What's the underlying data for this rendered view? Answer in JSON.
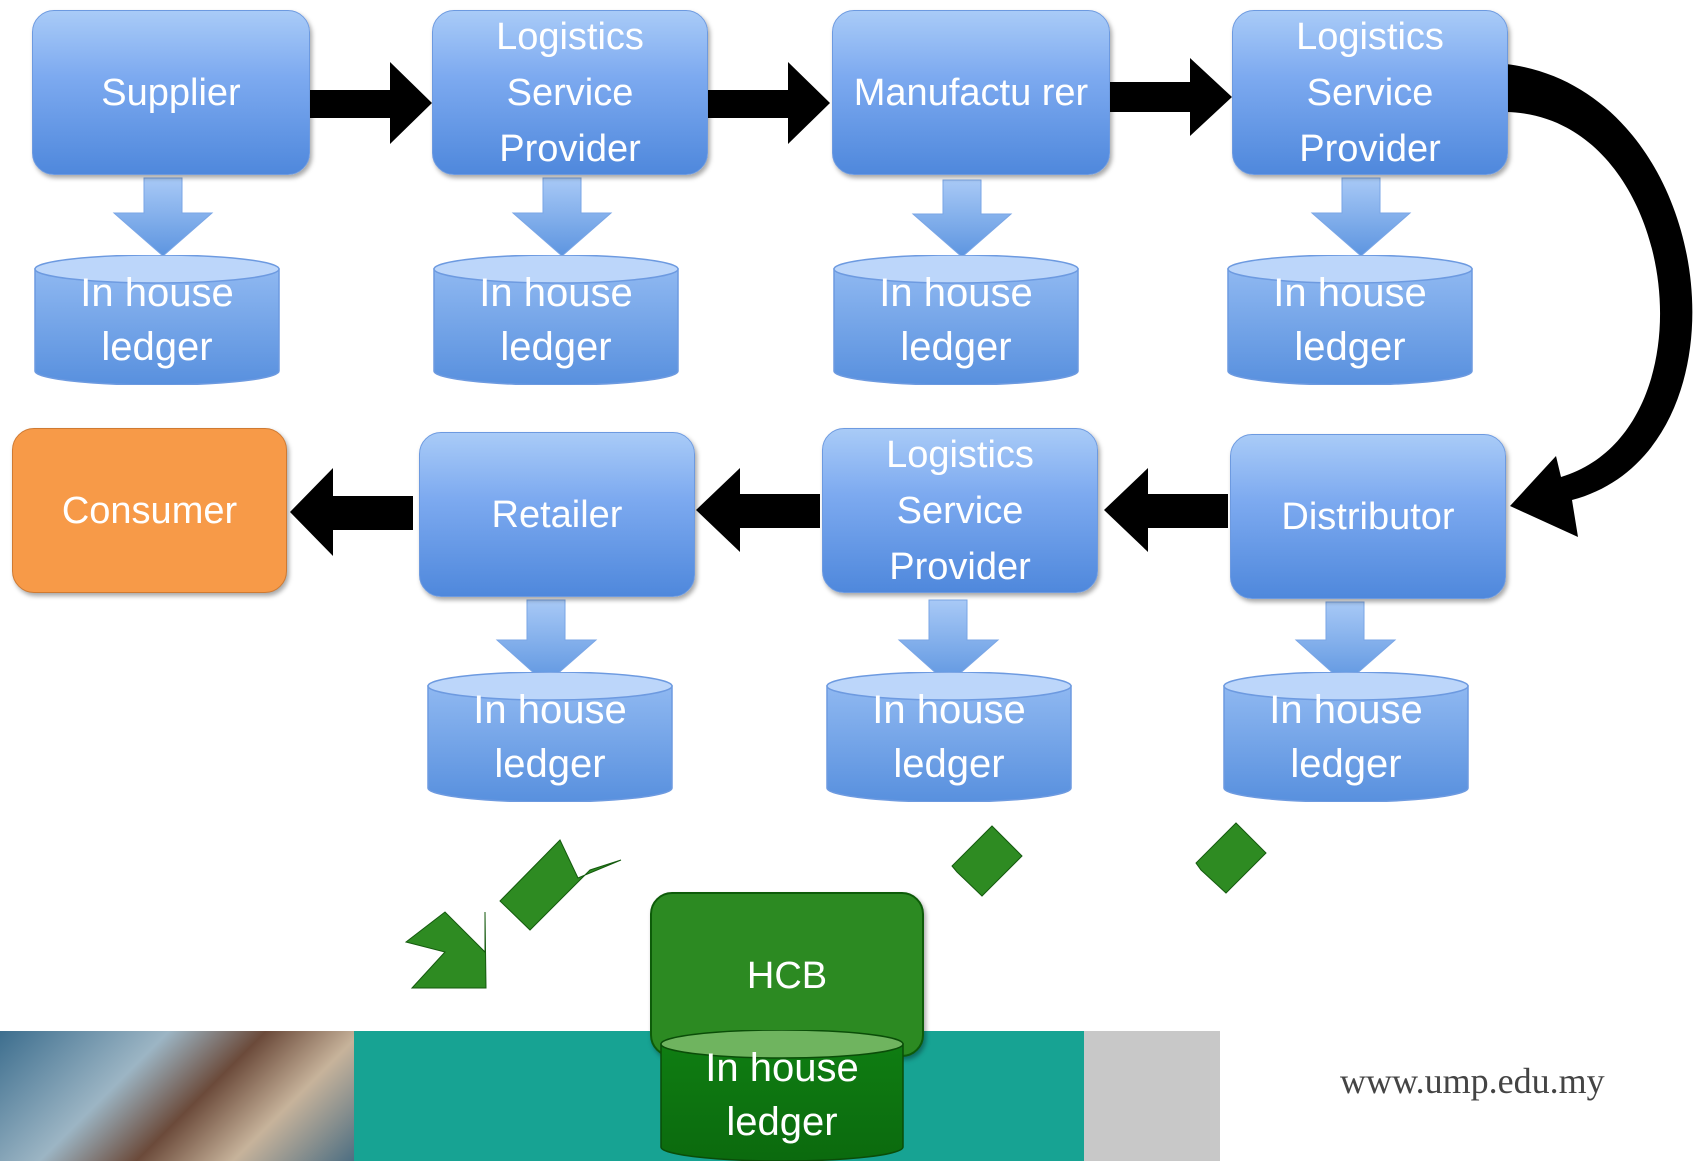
{
  "nodes": {
    "supplier": "Supplier",
    "lsp1": "Logistics Service Provider",
    "manufacturer": "Manufactu rer",
    "lsp2": "Logistics Service Provider",
    "consumer": "Consumer",
    "retailer": "Retailer",
    "lsp3": "Logistics Service Provider",
    "distributor": "Distributor",
    "hcb": "HCB"
  },
  "ledger": {
    "line1": "In house",
    "line2": "ledger"
  },
  "footer": {
    "url": "www.ump.edu.my"
  },
  "colors": {
    "process_blue": "#5b95e0",
    "consumer_orange": "#f79a48",
    "hcb_green": "#2c8a22",
    "footer_teal": "#17a393"
  }
}
